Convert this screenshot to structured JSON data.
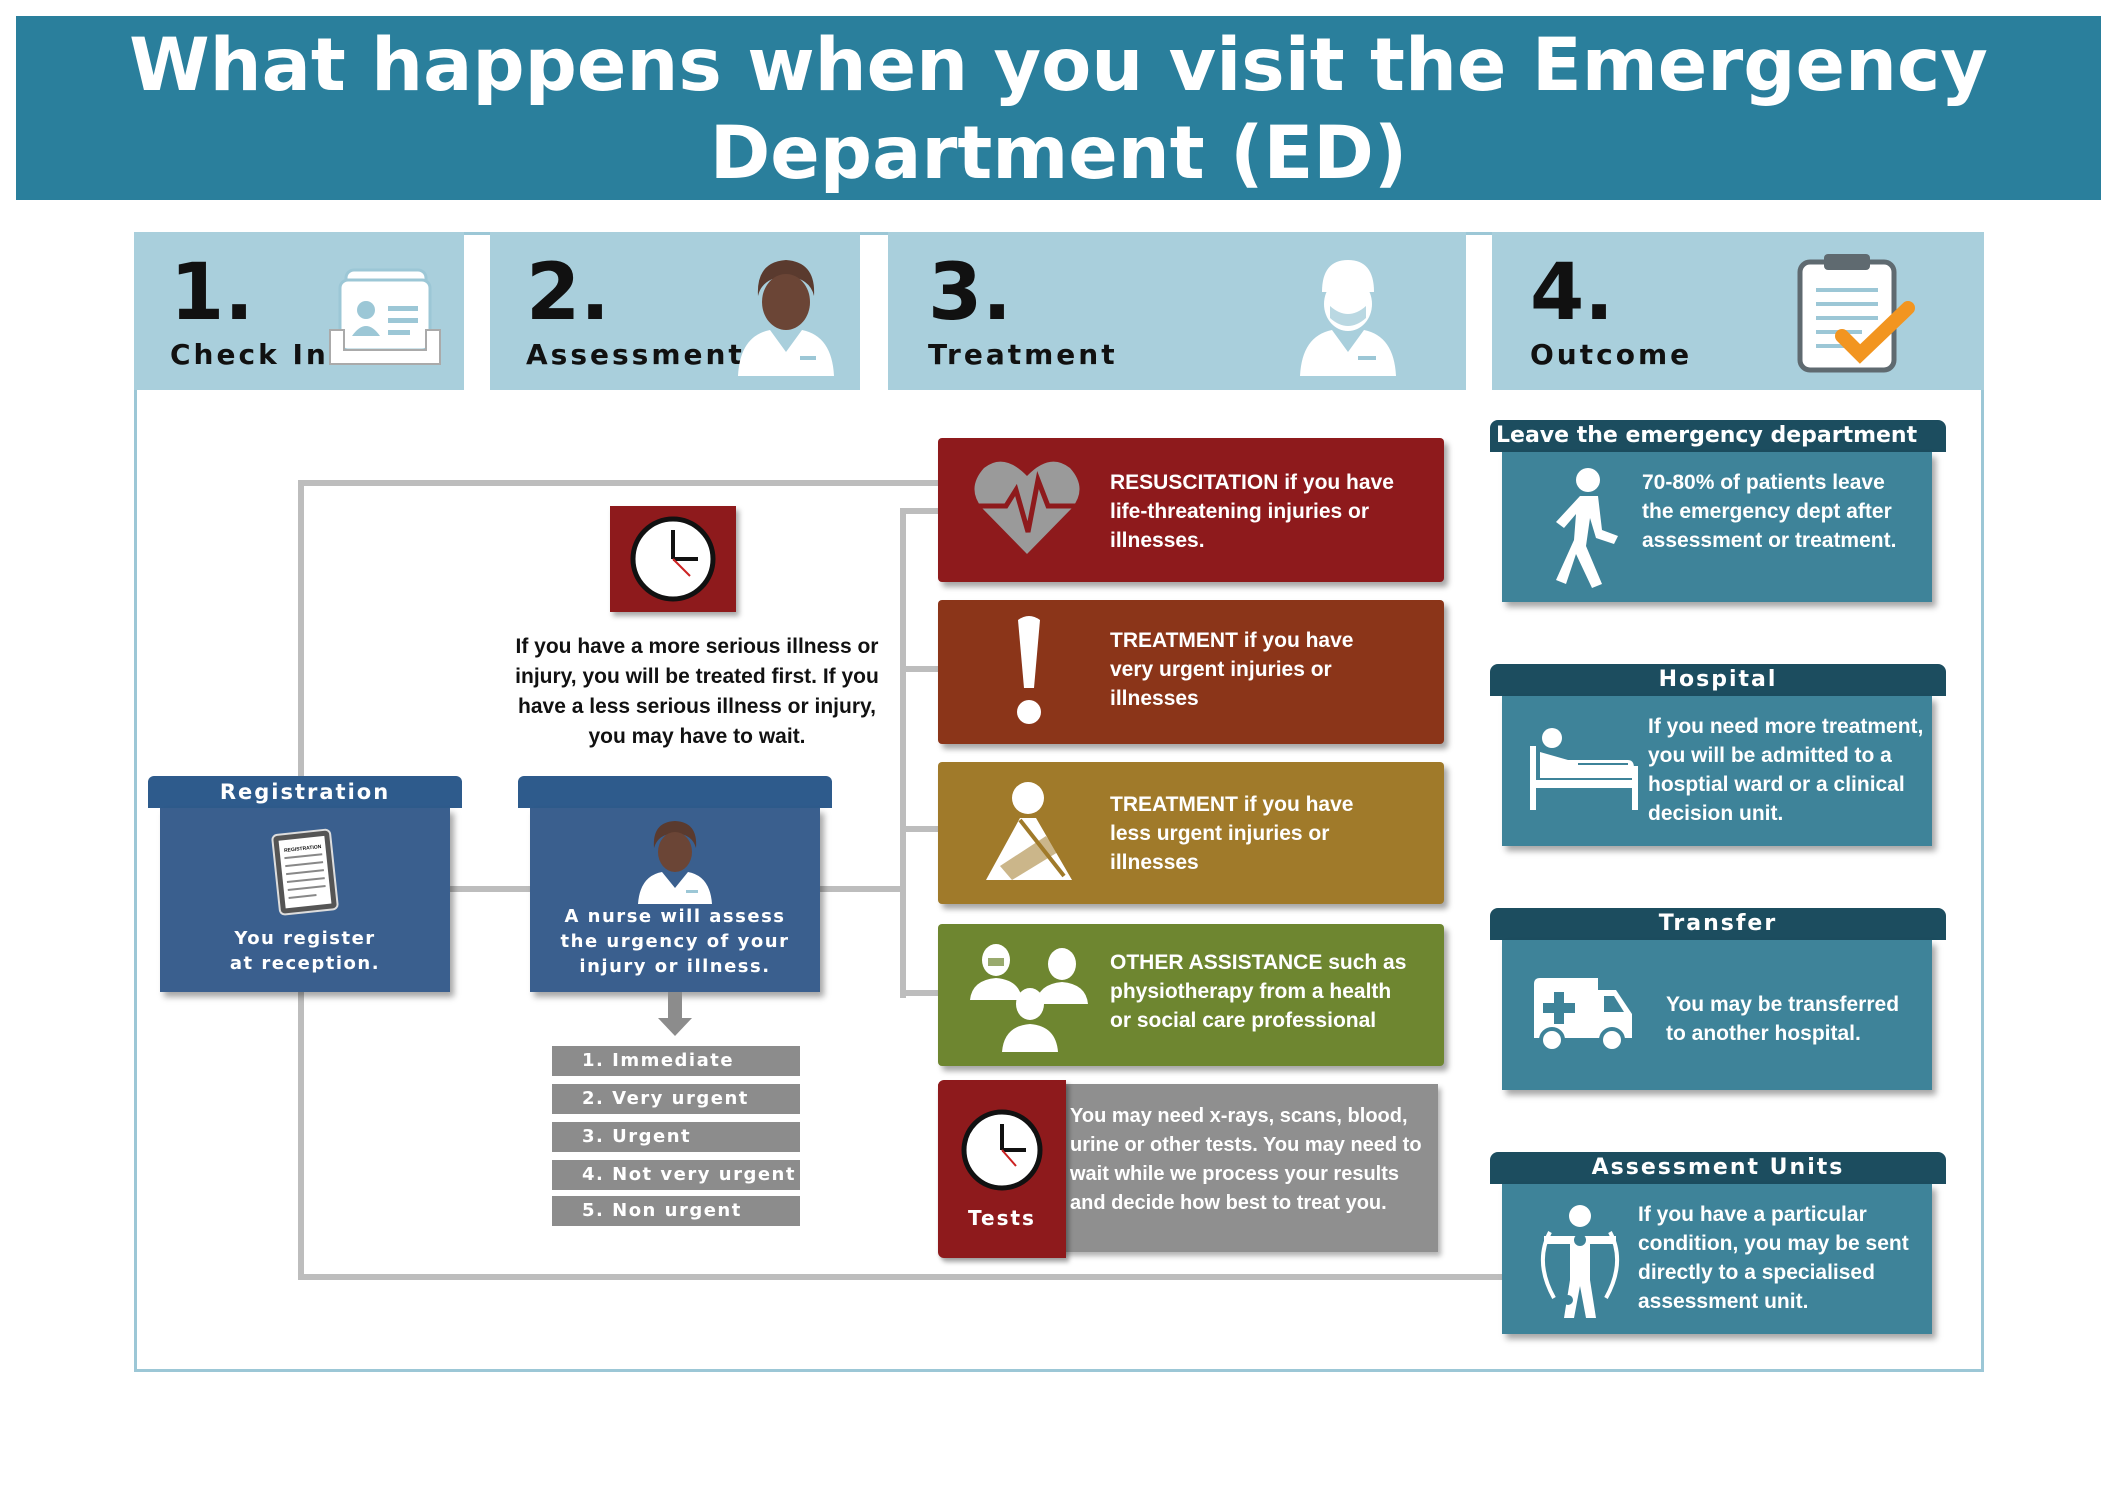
{
  "title": {
    "line1": "What happens when you visit the Emergency",
    "line2": "Department (ED)"
  },
  "steps": [
    {
      "num": "1.",
      "label": "Check In",
      "icon": "file-folder-icon"
    },
    {
      "num": "2.",
      "label": "Assessment",
      "icon": "nurse-icon"
    },
    {
      "num": "3.",
      "label": "Treatment",
      "icon": "doctor-icon"
    },
    {
      "num": "4.",
      "label": "Outcome",
      "icon": "clipboard-check-icon"
    }
  ],
  "registration": {
    "tab": "Registration",
    "text": "You register\nat reception.",
    "icon_caption": "REGISTRATION"
  },
  "assessment": {
    "tab": "",
    "text": "A  nurse will assess\nthe urgency  of your\ninjury or illness."
  },
  "priority_note": "If you have a more serious illness or injury, you will be treated first. If you have a less serious illness or injury, you may have to wait.",
  "triage": [
    "1. Immediate",
    "2. Very urgent",
    "3. Urgent",
    "4. Not very urgent",
    "5. Non urgent"
  ],
  "treatments": [
    {
      "lead": "RESUSCITATION",
      "rest": " if you have life-threatening injuries or illnesses.",
      "color": "#8e1a1c",
      "icon": "heart-pulse-icon"
    },
    {
      "lead": "TREATMENT",
      "rest": " if you have very urgent injuries or illnesses",
      "color": "#8b3519",
      "icon": "exclamation-icon"
    },
    {
      "lead": "TREATMENT",
      "rest": " if you have less urgent injuries or illnesses",
      "color": "#a07a2a",
      "icon": "arm-sling-icon"
    },
    {
      "lead": "OTHER ASSISTANCE",
      "rest": " such as physiotherapy from a health or social care professional",
      "color": "#6e8630",
      "icon": "care-team-icon"
    }
  ],
  "tests": {
    "label": "Tests",
    "text": "You may need x-rays, scans,  blood, urine or other tests.  You may need to wait while we process your results and decide how best to treat you.",
    "color": "#8e1a1c"
  },
  "outcomes": [
    {
      "tab": "Leave the emergency department",
      "text": "70-80% of patients  leave the emergency dept after assessment or treatment.",
      "icon": "walking-person-icon"
    },
    {
      "tab": "Hospital",
      "text": "If you need more treatment, you will be admitted to a hosptial  ward or a clinical  decision unit.",
      "icon": "hospital-bed-icon"
    },
    {
      "tab": "Transfer",
      "text": "You may be transferred to another hospital.",
      "icon": "ambulance-icon"
    },
    {
      "tab": "Assessment Units",
      "text": "If you have a particular condition, you may be sent directly to a specialised assessment  unit.",
      "icon": "body-joints-icon"
    }
  ],
  "colors": {
    "banner": "#2a7f9c",
    "step_header": "#a9cfdc",
    "blue_box": "#3a5f8e",
    "outcome_box": "#3e8399",
    "outcome_tab": "#1c4d5f",
    "triage": "#8c8c8c",
    "test_panel": "#8f8f8f"
  }
}
